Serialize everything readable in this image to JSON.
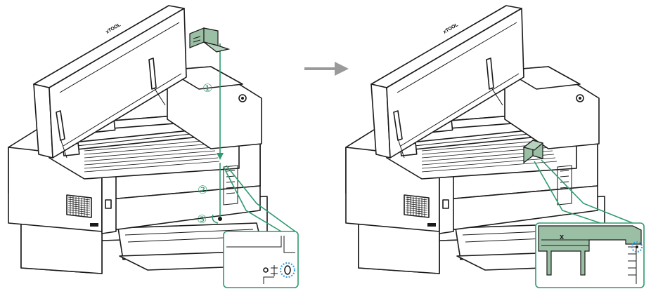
{
  "diagram": {
    "brand_logo": "xTOOL",
    "before": {
      "steps": [
        {
          "label": "①"
        },
        {
          "label": "②"
        },
        {
          "label": "③"
        }
      ]
    },
    "after": {
      "part_mark": "x"
    },
    "arrow": "transition-arrow"
  },
  "colors": {
    "accent_green": "#2e9a6e",
    "part_fill": "#9bbfa4",
    "part_fill_light": "#b7d3bf",
    "highlight_blue": "#3aa0e0",
    "arrow_gray": "#9a9a9a",
    "stroke": "#1a1a1a"
  }
}
